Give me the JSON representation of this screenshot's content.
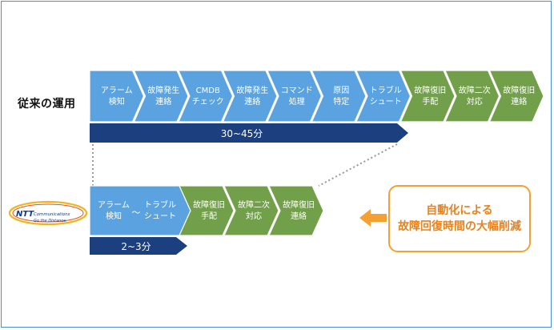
{
  "legacy": {
    "title": "従来の運用",
    "steps": [
      {
        "l1": "アラーム",
        "l2": "検知",
        "kind": "manual"
      },
      {
        "l1": "故障発生",
        "l2": "連絡",
        "kind": "manual"
      },
      {
        "l1": "CMDB",
        "l2": "チェック",
        "kind": "manual"
      },
      {
        "l1": "故障発生",
        "l2": "連絡",
        "kind": "manual"
      },
      {
        "l1": "コマンド",
        "l2": "処理",
        "kind": "manual"
      },
      {
        "l1": "原因",
        "l2": "特定",
        "kind": "manual"
      },
      {
        "l1": "トラブル",
        "l2": "シュート",
        "kind": "manual"
      },
      {
        "l1": "故障復旧",
        "l2": "手配",
        "kind": "restore"
      },
      {
        "l1": "故障二次",
        "l2": "対応",
        "kind": "restore"
      },
      {
        "l1": "故障復旧",
        "l2": "連絡",
        "kind": "restore"
      }
    ],
    "duration": "30~45分"
  },
  "automated": {
    "first": {
      "a1": "アラーム",
      "a2": "検知",
      "tilde": "～",
      "b1": "トラブル",
      "b2": "シュート"
    },
    "steps": [
      {
        "l1": "故障復旧",
        "l2": "手配",
        "kind": "restore"
      },
      {
        "l1": "故障二次",
        "l2": "対応",
        "kind": "restore"
      },
      {
        "l1": "故障復旧",
        "l2": "連絡",
        "kind": "restore"
      }
    ],
    "duration": "2~3分"
  },
  "logo": {
    "brand": "NTT Communications",
    "tagline": "Go the Distance."
  },
  "callout": {
    "line1": "自動化による",
    "line2": "故障回復時間の大幅削減"
  },
  "colors": {
    "manual": "#5ba3e0",
    "restore": "#72a04a",
    "duration_bar": "#1c3f80",
    "callout": "#f5a032",
    "frame": "#4a8fd6"
  }
}
